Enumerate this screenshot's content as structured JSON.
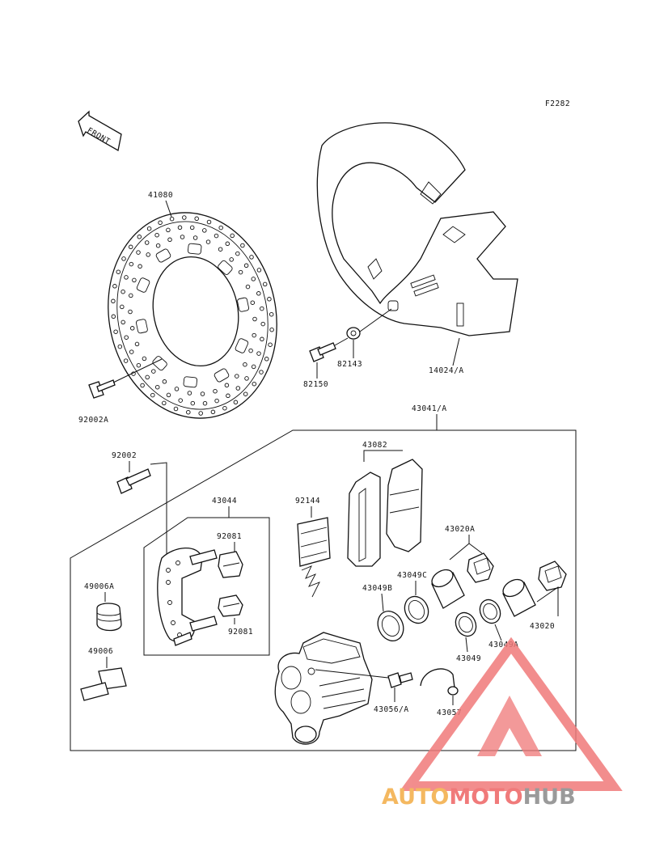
{
  "diagram": {
    "figure_code": "F2282",
    "front_label": "FRONT",
    "parts": {
      "disc": "41080",
      "disc_bolt": "92002A",
      "cover": "14024/A",
      "washer": "82143",
      "cover_bolt": "82150",
      "caliper_assy": "43041/A",
      "pad_assy": "43082",
      "pad_spring": "92144",
      "caliper_bolt": "92002",
      "holder": "43044",
      "shim_1": "92081",
      "shim_2": "92081",
      "boot_a": "49006A",
      "pin": "49006",
      "piston_a": "43020A",
      "piston": "43020",
      "seal_c": "43049C",
      "seal_b": "43049B",
      "seal": "43049",
      "seal_a": "43049A",
      "bleed_valve": "43056/A",
      "bleed_cap": "43057"
    }
  },
  "watermark": {
    "brand_part1": "AUTO",
    "brand_part2": "MOTO",
    "brand_part3": "HUB",
    "colors": {
      "auto": "#f4b860",
      "moto": "#f07a7a",
      "hub": "#9a9a9a",
      "triangle": "#f07a7a"
    }
  }
}
